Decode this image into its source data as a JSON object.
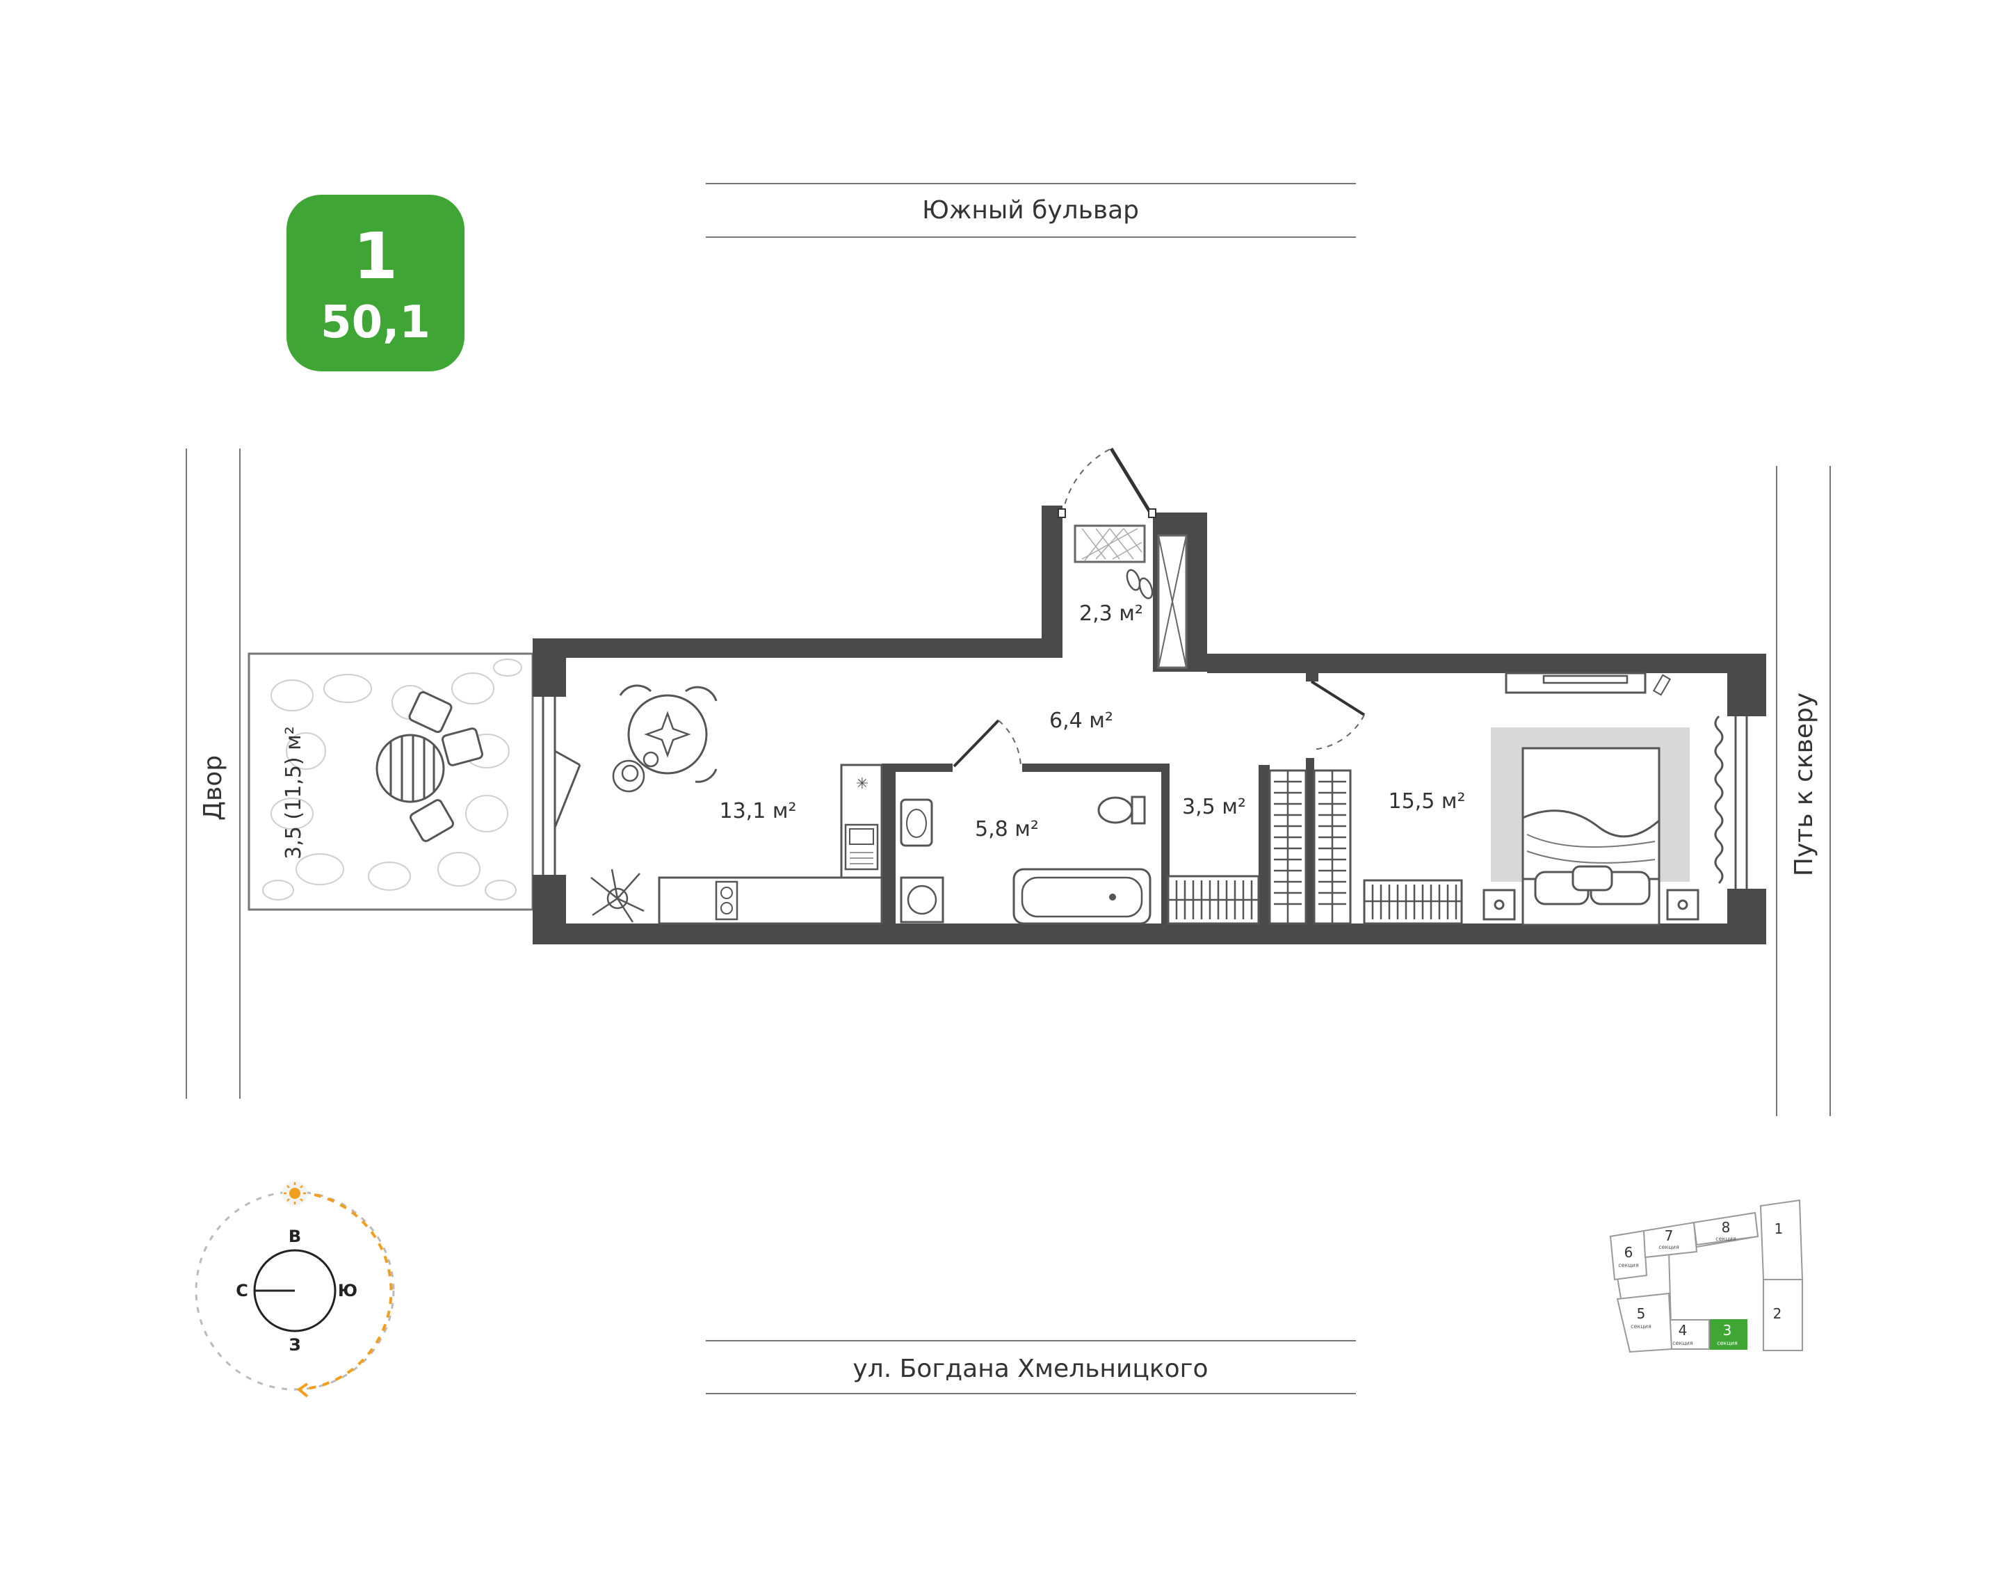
{
  "badge": {
    "rooms": "1",
    "area": "50,1",
    "color": "#3fa535"
  },
  "streets": {
    "top": "Южный бульвар",
    "bottom": "ул. Богдана Хмельницкого",
    "left": "Двор",
    "right": "Путь к скверу"
  },
  "rooms": {
    "vestibule": "2,3 м²",
    "hall": "6,4 м²",
    "kitchen": "13,1 м²",
    "bathroom": "5,8 м²",
    "wardrobe": "3,5 м²",
    "bedroom": "15,5 м²",
    "balcony": "3,5 (11,5) м²"
  },
  "compass": {
    "north": "С",
    "east": "В",
    "south": "Ю",
    "west": "З",
    "sun_color": "#f29f1d"
  },
  "sections": {
    "items": [
      {
        "num": "1",
        "label": ""
      },
      {
        "num": "2",
        "label": ""
      },
      {
        "num": "3",
        "label": "секция"
      },
      {
        "num": "4",
        "label": "секция"
      },
      {
        "num": "5",
        "label": "секция"
      },
      {
        "num": "6",
        "label": "секция"
      },
      {
        "num": "7",
        "label": "секция"
      },
      {
        "num": "8",
        "label": "секция"
      }
    ],
    "highlight_color": "#3fa535"
  },
  "colors": {
    "wall": "#4a4a4a",
    "line": "#555555",
    "bed_area": "#d8d8d8"
  }
}
